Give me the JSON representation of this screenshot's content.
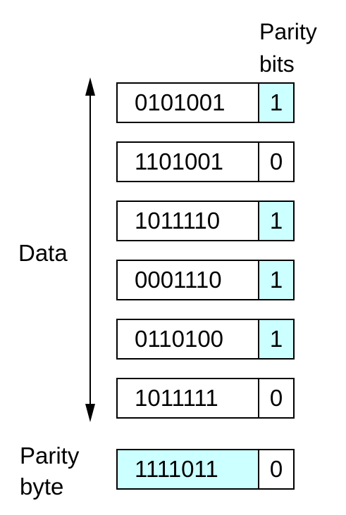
{
  "header": {
    "line1": "Parity",
    "line2": "bits"
  },
  "data_label": "Data",
  "parity_label": {
    "line1": "Parity",
    "line2": "byte"
  },
  "rows": [
    {
      "bits": "0101001",
      "parity": "1"
    },
    {
      "bits": "1101001",
      "parity": "0"
    },
    {
      "bits": "1011110",
      "parity": "1"
    },
    {
      "bits": "0001110",
      "parity": "1"
    },
    {
      "bits": "0110100",
      "parity": "1"
    },
    {
      "bits": "1011111",
      "parity": "0"
    }
  ],
  "parity_byte": {
    "bits": "1111011",
    "parity": "0"
  },
  "colors": {
    "highlight": "#ccffff",
    "stroke": "#000000"
  }
}
